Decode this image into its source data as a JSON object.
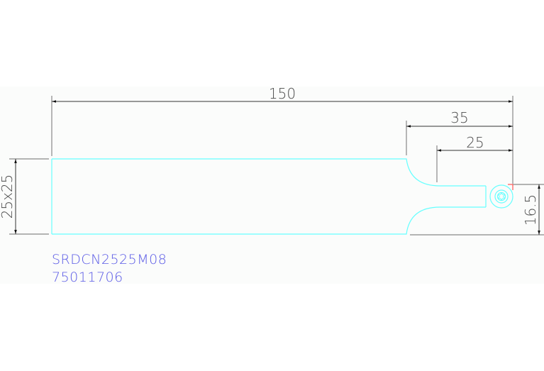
{
  "drawing": {
    "part_number": "SRDCN2525M08",
    "order_code": "75011706",
    "dimensions": {
      "overall_length": "150",
      "head_length_outer": "35",
      "head_length_inner": "25",
      "shank_section": "25x25",
      "height_to_insert": "16.5"
    },
    "colors": {
      "outline": "#66ffff",
      "dimension": "#4a4a4a",
      "text": "#5a5ae6",
      "marker": "#ff3333",
      "background": "#fbfcfb"
    }
  }
}
